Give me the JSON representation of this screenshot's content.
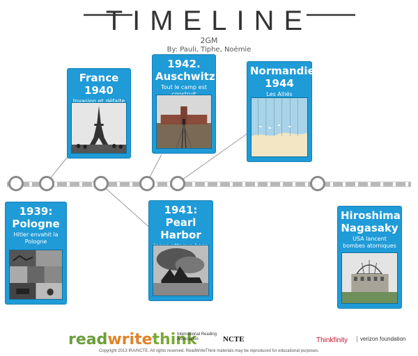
{
  "header": {
    "title": "TIMELINE",
    "class_name": "2GM",
    "authors": "By: Pauli, Tiphe, Noémie"
  },
  "events": [
    {
      "title": "1939: Pologne",
      "description": "Hitler envahit la Pologne",
      "photo_icon": "ww2-battle-collage-photo"
    },
    {
      "title": "France 1940",
      "description": "Invasion et défaite",
      "photo_icon": "eiffel-tower-photo"
    },
    {
      "title": "1941: Pearl Harbor",
      "description": "Japon attaque base américaine",
      "photo_icon": "pearl-harbor-ship-burning-photo"
    },
    {
      "title": "1942. Auschwitz",
      "description": "Tout le camp est construit",
      "photo_icon": "auschwitz-gate-photo"
    },
    {
      "title": "Normandie 1944",
      "description": "Les Alliés débarquent",
      "photo_icon": "normandy-map"
    },
    {
      "title": "Hiroshima Nagasaky",
      "description": "USA lancent bombes atomiques",
      "photo_icon": "atomic-dome-photo"
    }
  ],
  "footer": {
    "logo_read": "read",
    "logo_write": "write",
    "logo_think": "think",
    "ira": "International Reading Association",
    "ncte": "NCTE",
    "thinkfinity": "Thinkfinity",
    "verizon": "verizon foundation",
    "copyright": "Copyright 2013 IRA/NCTE. All rights reserved. ReadWriteThink materials may be reproduced for educational purposes."
  },
  "colors": {
    "card_blue": "#1f9bd7",
    "timeline_gray": "#8a8a8a",
    "rwt_green": "#6b9e3b",
    "rwt_orange": "#e0832a"
  }
}
